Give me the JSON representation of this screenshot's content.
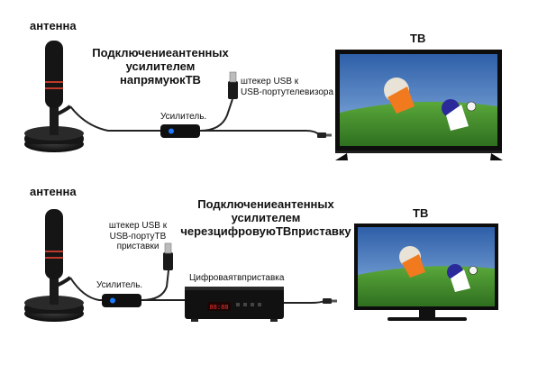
{
  "top": {
    "antenna_label": "антенна",
    "title": [
      "Подключениеантенных",
      "усилителем",
      "напрямуюкТВ"
    ],
    "usb_label": [
      "штекер USB к",
      "USB-портутелевизора"
    ],
    "amp_label": "Усилитель.",
    "tv_label": "ТВ"
  },
  "bottom": {
    "antenna_label": "антенна",
    "title": [
      "Подключениеантенных",
      "усилителем",
      "черезцифровуюТВприставку"
    ],
    "usb_label": [
      "штекер USB к",
      "USB-портуТВ",
      "приставки"
    ],
    "amp_label": "Усилитель.",
    "stb_label": "Цифроваятвприставка",
    "stb_display": "88:88",
    "tv_label": "ТВ"
  },
  "colors": {
    "cable": "#222222",
    "antenna": "#151515",
    "antenna_ring": "#c0392b",
    "amp_led": "#1e7bff",
    "tv_frame": "#0d0d0d",
    "field_green": "#3f8f2a",
    "sky_blue": "#4a7fc9"
  }
}
